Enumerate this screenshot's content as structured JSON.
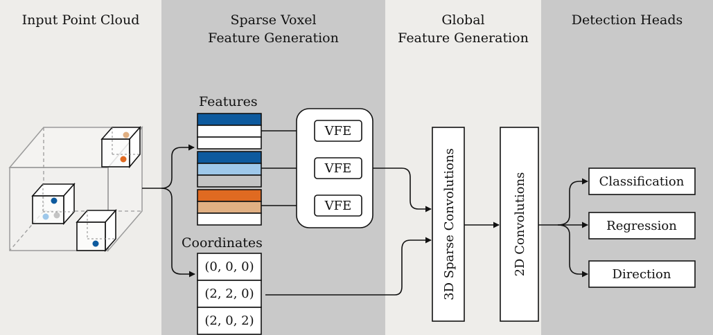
{
  "headers": {
    "input": "Input Point Cloud",
    "sparse_line1": "Sparse Voxel",
    "sparse_line2": "Feature Generation",
    "global_line1": "Global",
    "global_line2": "Feature Generation",
    "heads": "Detection Heads"
  },
  "labels": {
    "features": "Features",
    "coordinates": "Coordinates"
  },
  "vfe": [
    "VFE",
    "VFE",
    "VFE"
  ],
  "coordinates": [
    "(0, 0, 0)",
    "(2, 2, 0)",
    "(2, 0, 2)"
  ],
  "convs": {
    "sparse3d": "3D Sparse Convolutions",
    "conv2d": "2D Convolutions"
  },
  "heads": [
    "Classification",
    "Regression",
    "Direction"
  ],
  "colors": {
    "dark_blue": "#0d5a9e",
    "light_blue": "#9ec8ea",
    "gray": "#c4c4c4",
    "orange": "#e06a21",
    "tan": "#e1b083",
    "light_orange": "#e9b48c",
    "panel_light": "#eeedea",
    "panel_dark": "#c9c9c9"
  }
}
